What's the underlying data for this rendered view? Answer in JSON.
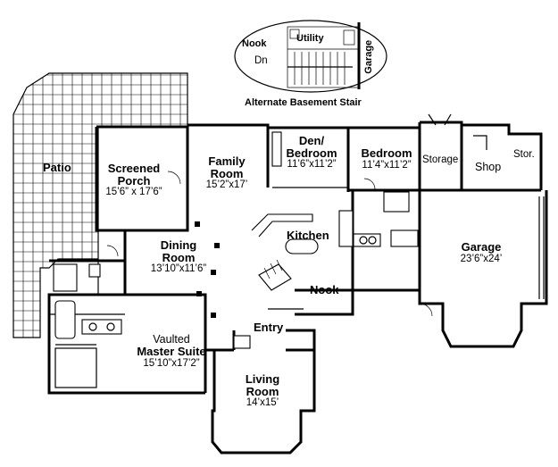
{
  "alternate_stair": {
    "caption": "Alternate Basement Stair",
    "nook": "Nook",
    "utility": "Utility",
    "garage": "Garage",
    "dn": "Dn"
  },
  "rooms": {
    "patio": {
      "name": "Patio"
    },
    "screened_porch": {
      "name_line1": "Screened",
      "name_line2": "Porch",
      "dims": "15’6” x 17’6”"
    },
    "family_room": {
      "name_line1": "Family",
      "name_line2": "Room",
      "dims": "15’2”x17’"
    },
    "den_bedroom": {
      "name_line1": "Den/",
      "name_line2": "Bedroom",
      "dims": "11’6”x11’2”"
    },
    "bedroom": {
      "name": "Bedroom",
      "dims": "11’4”x11’2”"
    },
    "storage": {
      "name": "Storage"
    },
    "shop": {
      "name": "Shop"
    },
    "stor": {
      "name": "Stor."
    },
    "kitchen": {
      "name": "Kitchen"
    },
    "dining_room": {
      "name_line1": "Dining",
      "name_line2": "Room",
      "dims": "13’10”x11’6”"
    },
    "garage": {
      "name": "Garage",
      "dims": "23’6”x24’"
    },
    "nook": {
      "name": "Nook"
    },
    "entry": {
      "name": "Entry"
    },
    "master_suite": {
      "prefix": "Vaulted",
      "name": "Master Suite",
      "dims": "15’10”x17’2”"
    },
    "living_room": {
      "name_line1": "Living",
      "name_line2": "Room",
      "dims": "14’x15’"
    }
  }
}
